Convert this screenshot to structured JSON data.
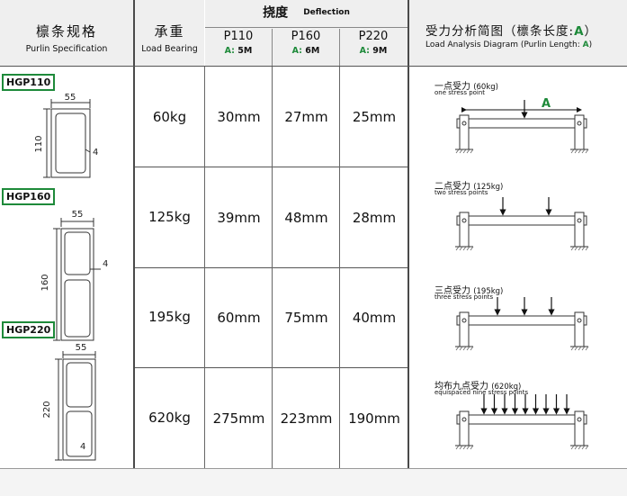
{
  "header": {
    "spec_cn": "檩条规格",
    "spec_en": "Purlin Specification",
    "load_cn": "承重",
    "load_en": "Load Bearing",
    "deflection_cn": "挠度",
    "deflection_en": "Deflection",
    "columns": [
      {
        "name": "P110",
        "len_prefix": "A:",
        "len_value": "5M"
      },
      {
        "name": "P160",
        "len_prefix": "A:",
        "len_value": "6M"
      },
      {
        "name": "P220",
        "len_prefix": "A:",
        "len_value": "9M"
      }
    ],
    "diagram_cn": "受力分析简图（檩条长度:",
    "diagram_cn_a": "A",
    "diagram_cn_end": "）",
    "diagram_en": "Load Analysis Diagram (Purlin Length:",
    "diagram_en_a": "A",
    "diagram_en_end": ")"
  },
  "profiles": [
    {
      "label": "HGP110",
      "width": "55",
      "height": "110",
      "thickness": "4"
    },
    {
      "label": "HGP160",
      "width": "55",
      "height": "160",
      "thickness": "4"
    },
    {
      "label": "HGP220",
      "width": "55",
      "height": "220",
      "thickness": "4"
    }
  ],
  "rows": [
    {
      "load": "60kg",
      "p110": "30mm",
      "p160": "27mm",
      "p220": "25mm"
    },
    {
      "load": "125kg",
      "p110": "39mm",
      "p160": "48mm",
      "p220": "28mm"
    },
    {
      "load": "195kg",
      "p110": "60mm",
      "p160": "75mm",
      "p220": "40mm"
    },
    {
      "load": "620kg",
      "p110": "275mm",
      "p160": "223mm",
      "p220": "190mm"
    }
  ],
  "diagrams": [
    {
      "cn": "一点受力",
      "load": "(60kg)",
      "en": "one stress point",
      "span_label": "A",
      "arrow_count": 1
    },
    {
      "cn": "二点受力",
      "load": "(125kg)",
      "en": "two stress points",
      "arrow_count": 2
    },
    {
      "cn": "三点受力",
      "load": "(195kg)",
      "en": "three stress points",
      "arrow_count": 3
    },
    {
      "cn": "均布九点受力",
      "load": "(620kg)",
      "en": "equispaced nine stress points",
      "arrow_count": 9
    }
  ],
  "colors": {
    "accent_green": "#1e8a3a",
    "line_dark": "#4a4a4a",
    "header_bg": "#efefef"
  }
}
